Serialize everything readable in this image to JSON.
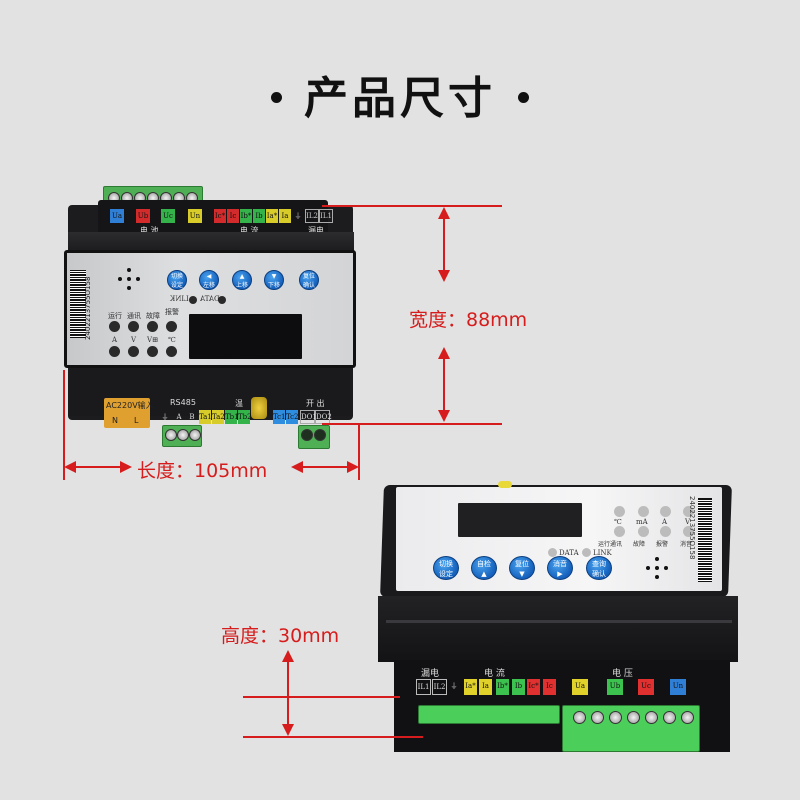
{
  "title": "产品尺寸",
  "dimensions": {
    "width": {
      "label": "宽度：88mm",
      "value": 88,
      "unit": "mm"
    },
    "length": {
      "label": "长度：105mm",
      "value": 105,
      "unit": "mm"
    },
    "height": {
      "label": "高度：30mm",
      "value": 30,
      "unit": "mm"
    }
  },
  "colors": {
    "background": "#e2e2e2",
    "dimension_red": "#d61c1c",
    "device_black": "#1a1a1c",
    "button_blue": "#1f6fd0",
    "terminal_green": "#4faf55"
  },
  "device_front": {
    "barcode_number": "2402213755O158",
    "top_terminals": {
      "group_labels": [
        "电 池",
        "电 流",
        "漏电"
      ],
      "terminals": [
        {
          "label": "Ua",
          "color": "#2f7fd6"
        },
        {
          "label": "Ub",
          "color": "#d32b2b"
        },
        {
          "label": "Uc",
          "color": "#34b34a"
        },
        {
          "label": "Un",
          "color": "#d8cc2a"
        },
        {
          "label": "Ic*",
          "color": "#d32b2b"
        },
        {
          "label": "Ic",
          "color": "#d32b2b"
        },
        {
          "label": "Ib*",
          "color": "#34b34a"
        },
        {
          "label": "Ib",
          "color": "#34b34a"
        },
        {
          "label": "Ia*",
          "color": "#d8cc2a"
        },
        {
          "label": "Ia",
          "color": "#d8cc2a"
        },
        {
          "label": "⏚",
          "color": "#1a1a1c"
        },
        {
          "label": "IL2",
          "color": "#1a1a1c"
        },
        {
          "label": "IL1",
          "color": "#1a1a1c"
        }
      ]
    },
    "buttons": [
      {
        "top": "切换",
        "bottom": "设定"
      },
      {
        "top": "◀",
        "bottom": "左移"
      },
      {
        "top": "▲",
        "bottom": "上移"
      },
      {
        "top": "▼",
        "bottom": "下移"
      },
      {
        "top": "复位",
        "bottom": "确认"
      }
    ],
    "status_leds": [
      "LINK",
      "DATA"
    ],
    "indicator_row1": [
      "运行",
      "通讯",
      "故障",
      "报警"
    ],
    "indicator_row2": [
      "A",
      "V",
      "V⊞",
      "℃"
    ],
    "bottom_terminals": {
      "power_label": "AC220V输入",
      "power_pins": [
        "N",
        "L"
      ],
      "rs485_label": "RS485",
      "rs485_pins": [
        "⏚",
        "A",
        "B"
      ],
      "temp_label": "温",
      "temp_pins": [
        {
          "label": "Ta1",
          "color": "#d8cc2a"
        },
        {
          "label": "Ta2",
          "color": "#d8cc2a"
        },
        {
          "label": "Tb1",
          "color": "#34b34a"
        },
        {
          "label": "Tb2",
          "color": "#34b34a"
        },
        {
          "label": "Tc1",
          "color": "#2f8de0"
        },
        {
          "label": "Tc2",
          "color": "#2f8de0"
        }
      ],
      "output_label": "开 出",
      "output_pins": [
        "DO1",
        "DO2"
      ]
    }
  },
  "device_angle": {
    "barcode_number": "2402213755O158",
    "unit_leds": [
      "℃",
      "mA",
      "A",
      "V"
    ],
    "status_indicators": [
      "运行通讯",
      "故障",
      "报警",
      "消音"
    ],
    "status_leds": [
      "DATA",
      "LINK"
    ],
    "buttons": [
      {
        "top": "切换",
        "bottom": "设定"
      },
      {
        "top": "自检",
        "bottom": "▲"
      },
      {
        "top": "复位",
        "bottom": "▼"
      },
      {
        "top": "消音",
        "bottom": "▶"
      },
      {
        "top": "查询",
        "bottom": "确认"
      }
    ],
    "terminal_groups": [
      "漏电",
      "电 流",
      "电 压"
    ],
    "terminals": [
      {
        "label": "IL1",
        "color": "#1a1a1c"
      },
      {
        "label": "IL2",
        "color": "#1a1a1c"
      },
      {
        "label": "⏚",
        "color": "#1a1a1c"
      },
      {
        "label": "Ia*",
        "color": "#e0d22a"
      },
      {
        "label": "Ia",
        "color": "#e0d22a"
      },
      {
        "label": "Ib*",
        "color": "#3cc24e"
      },
      {
        "label": "Ib",
        "color": "#3cc24e"
      },
      {
        "label": "Ic*",
        "color": "#e03030"
      },
      {
        "label": "Ic",
        "color": "#e03030"
      },
      {
        "label": "Ua",
        "color": "#e0d22a"
      },
      {
        "label": "Ub",
        "color": "#3cc24e"
      },
      {
        "label": "Uc",
        "color": "#e03030"
      },
      {
        "label": "Un",
        "color": "#2f7fd6"
      }
    ]
  }
}
